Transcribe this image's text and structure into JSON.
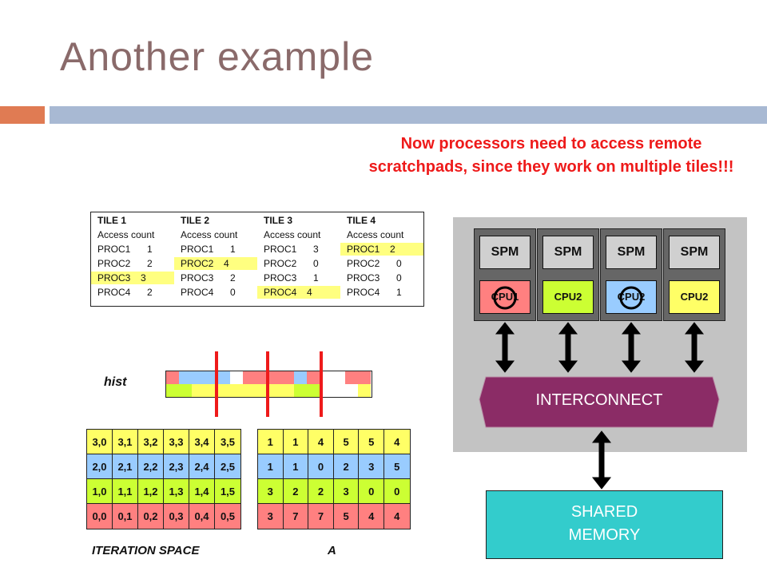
{
  "title": "Another example",
  "note": "Now processors need to access remote scratchpads, since they work on multiple tiles!!!",
  "tiles": [
    {
      "name": "TILE 1",
      "header": "Access count",
      "rows": [
        {
          "proc": "PROC1",
          "count": "1"
        },
        {
          "proc": "PROC2",
          "count": "2"
        },
        {
          "proc": "PROC3",
          "count": "3"
        },
        {
          "proc": "PROC4",
          "count": "2"
        }
      ],
      "highlight": 2
    },
    {
      "name": "TILE 2",
      "header": "Access count",
      "rows": [
        {
          "proc": "PROC1",
          "count": "1"
        },
        {
          "proc": "PROC2",
          "count": "4"
        },
        {
          "proc": "PROC3",
          "count": "2"
        },
        {
          "proc": "PROC4",
          "count": "0"
        }
      ],
      "highlight": 1
    },
    {
      "name": "TILE 3",
      "header": "Access count",
      "rows": [
        {
          "proc": "PROC1",
          "count": "3"
        },
        {
          "proc": "PROC2",
          "count": "0"
        },
        {
          "proc": "PROC3",
          "count": "1"
        },
        {
          "proc": "PROC4",
          "count": "4"
        }
      ],
      "highlight": 3
    },
    {
      "name": "TILE 4",
      "header": "Access count",
      "rows": [
        {
          "proc": "PROC1",
          "count": "2"
        },
        {
          "proc": "PROC2",
          "count": "0"
        },
        {
          "proc": "PROC3",
          "count": "0"
        },
        {
          "proc": "PROC4",
          "count": "1"
        }
      ],
      "highlight": 0
    }
  ],
  "hist_label": "hist",
  "hist_cells": [
    {
      "top": [
        "#ff8080",
        "#99ccff"
      ],
      "bottom": [
        "#ccff33",
        "#ccff33"
      ]
    },
    {
      "top": [
        "#99ccff",
        "#99ccff"
      ],
      "bottom": [
        "#ffff66",
        "#ffff66"
      ]
    },
    {
      "top": [
        "#99ccff",
        "#ffffff"
      ],
      "bottom": [
        "#ffff66",
        "#ffff66"
      ]
    },
    {
      "top": [
        "#ff8080",
        "#ff8080"
      ],
      "bottom": [
        "#ffff66",
        "#ffff66"
      ]
    },
    {
      "top": [
        "#ff8080",
        "#ff8080"
      ],
      "bottom": [
        "#ffff66",
        "#ffff66"
      ]
    },
    {
      "top": [
        "#99ccff",
        "#ff8080"
      ],
      "bottom": [
        "#ccff33",
        "#ccff33"
      ]
    },
    {
      "top": [
        "#ffffff",
        "#ffffff"
      ],
      "bottom": [
        "#ffffff",
        "#ffffff"
      ]
    },
    {
      "top": [
        "#ff8080",
        "#ff8080"
      ],
      "bottom": [
        "#ffffff",
        "#ffff66"
      ]
    }
  ],
  "iteration_space": {
    "label": "ITERATION SPACE",
    "rows": [
      {
        "color": "yellow",
        "cells": [
          "3,0",
          "3,1",
          "3,2",
          "3,3",
          "3,4",
          "3,5"
        ]
      },
      {
        "color": "blue",
        "cells": [
          "2,0",
          "2,1",
          "2,2",
          "2,3",
          "2,4",
          "2,5"
        ]
      },
      {
        "color": "green",
        "cells": [
          "1,0",
          "1,1",
          "1,2",
          "1,3",
          "1,4",
          "1,5"
        ]
      },
      {
        "color": "red",
        "cells": [
          "0,0",
          "0,1",
          "0,2",
          "0,3",
          "0,4",
          "0,5"
        ]
      }
    ]
  },
  "array_a": {
    "label": "A",
    "rows": [
      {
        "color": "yellow",
        "cells": [
          "1",
          "1",
          "4",
          "5",
          "5",
          "4"
        ]
      },
      {
        "color": "blue",
        "cells": [
          "1",
          "1",
          "0",
          "2",
          "3",
          "5"
        ]
      },
      {
        "color": "green",
        "cells": [
          "3",
          "2",
          "2",
          "3",
          "0",
          "0"
        ]
      },
      {
        "color": "red",
        "cells": [
          "3",
          "7",
          "7",
          "5",
          "4",
          "4"
        ]
      }
    ]
  },
  "processors": [
    {
      "spm": "SPM",
      "cpu": "CPU1",
      "color": "#ff8080",
      "circled": true
    },
    {
      "spm": "SPM",
      "cpu": "CPU2",
      "color": "#ccff33",
      "circled": false
    },
    {
      "spm": "SPM",
      "cpu": "CPU2",
      "color": "#99ccff",
      "circled": true
    },
    {
      "spm": "SPM",
      "cpu": "CPU2",
      "color": "#ffff66",
      "circled": false
    }
  ],
  "interconnect": "INTERCONNECT",
  "shared_memory": [
    "SHARED",
    "MEMORY"
  ],
  "colors": {
    "title": "#8a6a6a",
    "accent_orange": "#e07b53",
    "accent_blue": "#a8b9d3",
    "note": "#ee1a1a",
    "interconnect": "#8b2c66",
    "shared_memory": "#33cccc",
    "highlight": "#ffff80",
    "marker": "#ee1a1a"
  }
}
